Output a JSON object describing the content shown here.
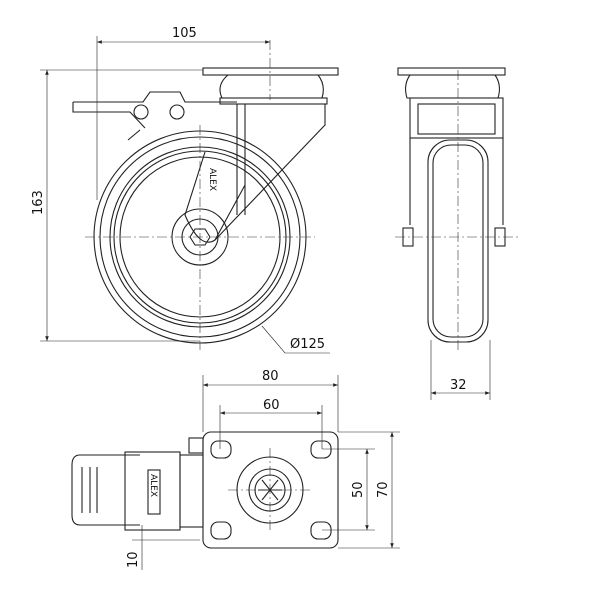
{
  "title": "Swivel castor with brake — technical drawing",
  "dimensions": {
    "swivel_offset": "105",
    "overall_height": "163",
    "wheel_diameter": "Ø125",
    "wheel_width": "32",
    "plate_width": "80",
    "hole_spacing_x": "60",
    "hole_spacing_y": "50",
    "plate_length": "70",
    "brake_offset": "10"
  },
  "logo": "ALEX",
  "colors": {
    "line": "#222222",
    "background": "#ffffff"
  }
}
